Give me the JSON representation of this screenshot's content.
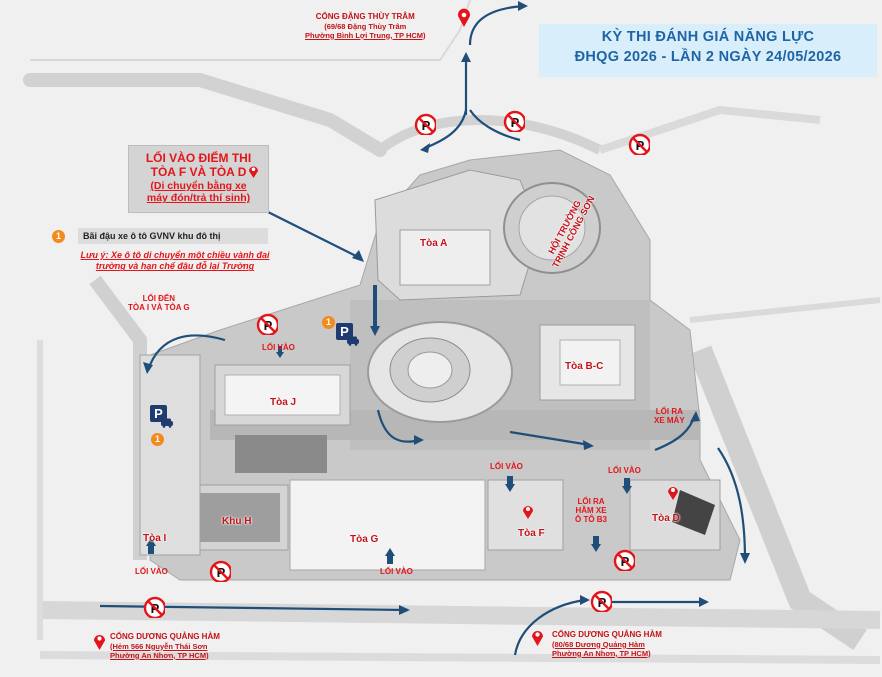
{
  "title": {
    "line1": "KỲ THI ĐÁNH GIÁ NĂNG LỰC",
    "line2": "ĐHQG 2026 - LẦN 2 NGÀY 24/05/2026"
  },
  "gates": {
    "top": {
      "name": "CỔNG ĐẶNG THÙY TRÂM",
      "address1": "(69/68 Đặng Thùy Trâm",
      "address2": "Phường Bình Lợi Trung, TP HCM)"
    },
    "bottom_left": {
      "name": "CỔNG DƯƠNG QUẢNG HÀM",
      "address1": "(Hẻm 566 Nguyễn Thái Sơn",
      "address2": "Phường An Nhơn, TP HCM)"
    },
    "bottom_right": {
      "name": "CỔNG DƯƠNG QUẢNG HÀM",
      "address1": "(80/68 Dương Quảng Hàm",
      "address2": "Phường An Nhơn, TP HCM)"
    }
  },
  "callout": {
    "line1": "LỐI VÀO ĐIỂM THI",
    "line2": "TÒA F VÀ TÒA D",
    "line3": "(Di chuyển bằng xe",
    "line4": "máy đón/trả thí sinh)"
  },
  "parking_note": {
    "number": "1",
    "text": "Bãi đậu xe ô tô GVNV khu đô thị",
    "warning1": "Lưu ý: Xe ô tô di chuyển một chiều vành đai",
    "warning2": "trường và hạn chế đậu đỗ lại Trường"
  },
  "buildings": {
    "toa_a": "Tòa A",
    "hoi_truong_1": "HỘI TRƯỜNG",
    "hoi_truong_2": "TRỊNH CÔNG SƠN",
    "toa_bc": "Tòa B-C",
    "toa_j": "Tòa J",
    "khu_h": "Khu H",
    "toa_i": "Tòa I",
    "toa_g": "Tòa G",
    "toa_f": "Tòa F",
    "toa_d": "Tòa D"
  },
  "labels": {
    "loi_den_1": "LỐI ĐẾN",
    "loi_den_2": "TÒA I VÀ TÒA G",
    "loi_vao_j": "LỐI VÀO",
    "loi_vao_f": "LỐI VÀO",
    "loi_vao_d": "LỐI VÀO",
    "loi_vao_i": "LỐI VÀO",
    "loi_vao_g": "LỐI VÀO",
    "loi_ra_xe_may_1": "LỐI RA",
    "loi_ra_xe_may_2": "XE MÁY",
    "loi_ra_ham_1": "LỐI RA",
    "loi_ra_ham_2": "HẦM XE",
    "loi_ra_ham_3": "Ô TÔ B3"
  },
  "markers": {
    "parking_letter": "P",
    "circle_number": "1",
    "noparking_letter": "P"
  },
  "colors": {
    "title_bg": "#d8eefa",
    "title_text": "#1f64a6",
    "label_red": "#e3151a",
    "arrow_blue": "#1f4e79",
    "parking_blue": "#1f3b70",
    "badge_orange": "#f28a1c"
  }
}
